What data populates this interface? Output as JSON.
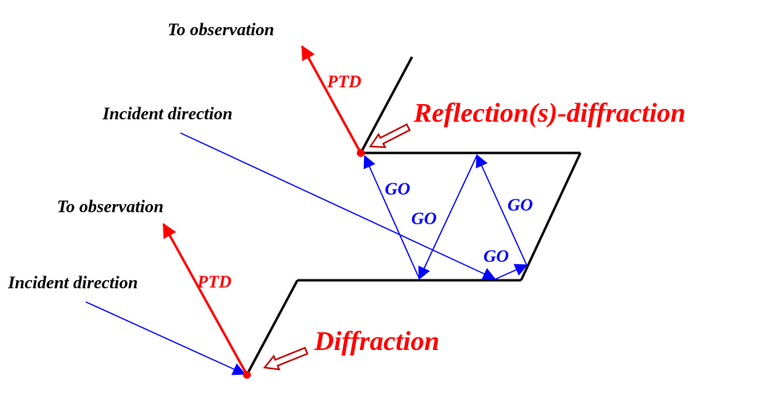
{
  "colors": {
    "geometry": "#000000",
    "incident": "#0000ff",
    "go": "#0000ff",
    "ptd": "#ff0000",
    "label_red": "#ff0000",
    "pointer_outline": "#c00000",
    "pointer_fill": "#ffffff"
  },
  "labels": {
    "to_observation_top": "To observation",
    "ptd_top": "PTD",
    "incident_direction_top": "Incident direction",
    "reflection_diffraction": "Reflection(s)-diffraction",
    "go_1": "GO",
    "go_2": "GO",
    "go_3": "GO",
    "go_4": "GO",
    "to_observation_bottom": "To observation",
    "incident_direction_bottom": "Incident direction",
    "ptd_bottom": "PTD",
    "diffraction": "Diffraction"
  },
  "icons": {
    "diffraction_point_top": "red-dot",
    "diffraction_point_bottom": "red-dot",
    "pointer_top": "hollow-arrow",
    "pointer_bottom": "hollow-arrow"
  }
}
